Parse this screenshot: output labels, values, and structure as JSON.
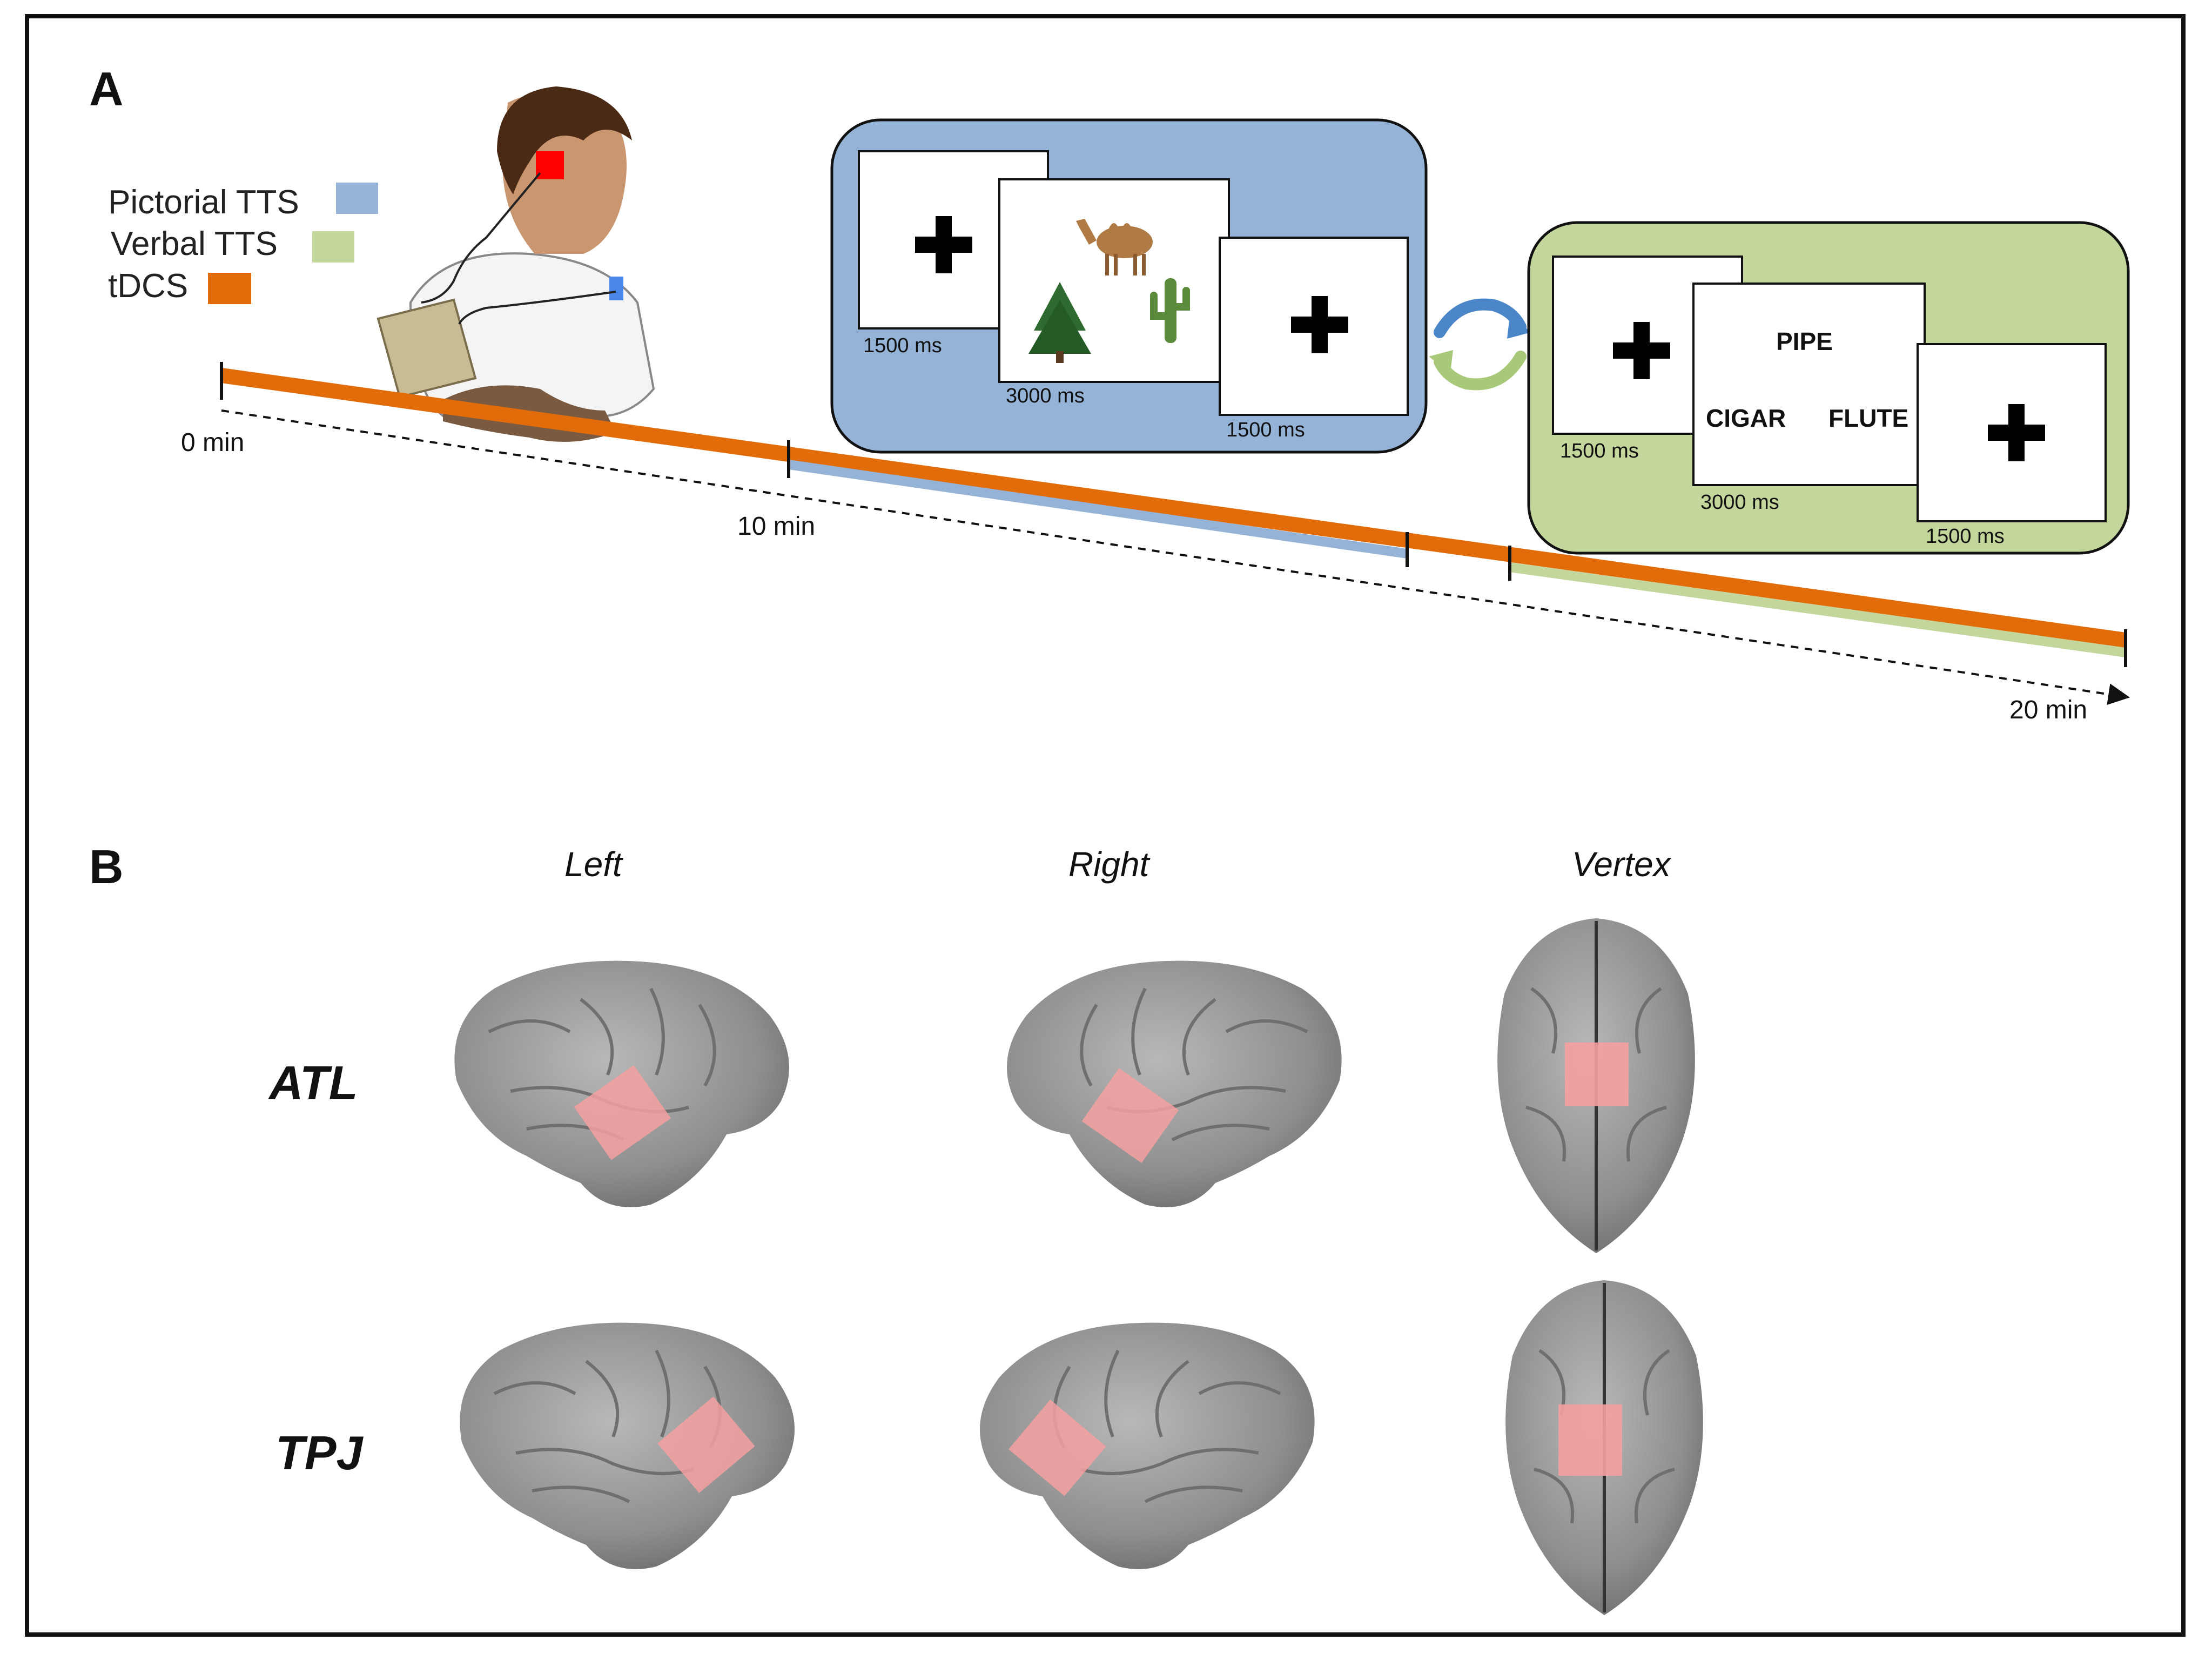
{
  "panel_a": {
    "letter": "A",
    "legend": [
      {
        "label": "Pictorial TTS",
        "color": "#95b3d7"
      },
      {
        "label": "Verbal TTS",
        "color": "#c3d69b"
      },
      {
        "label": "tDCS",
        "color": "#e36c0a"
      }
    ],
    "timeline": {
      "start_label": "0 min",
      "mid_label": "10 min",
      "end_label": "20 min"
    },
    "pictorial_task": {
      "fixation_duration": "1500 ms",
      "stimulus_duration": "3000 ms",
      "post_fixation_duration": "1500 ms",
      "stimulus_items": [
        "camel",
        "tree",
        "cactus"
      ]
    },
    "verbal_task": {
      "fixation_duration": "1500 ms",
      "stimulus_duration": "3000 ms",
      "post_fixation_duration": "1500 ms",
      "words": [
        "PIPE",
        "CIGAR",
        "FLUTE"
      ]
    }
  },
  "panel_b": {
    "letter": "B",
    "columns": [
      "Left",
      "Right",
      "Vertex"
    ],
    "rows": [
      "ATL",
      "TPJ"
    ]
  },
  "colors": {
    "pictorial_box": "#95b3d7",
    "verbal_box": "#c3d69b",
    "tdcs": "#e36c0a",
    "electrode": "#f4a0a0",
    "brain": "#9a9a9a"
  }
}
